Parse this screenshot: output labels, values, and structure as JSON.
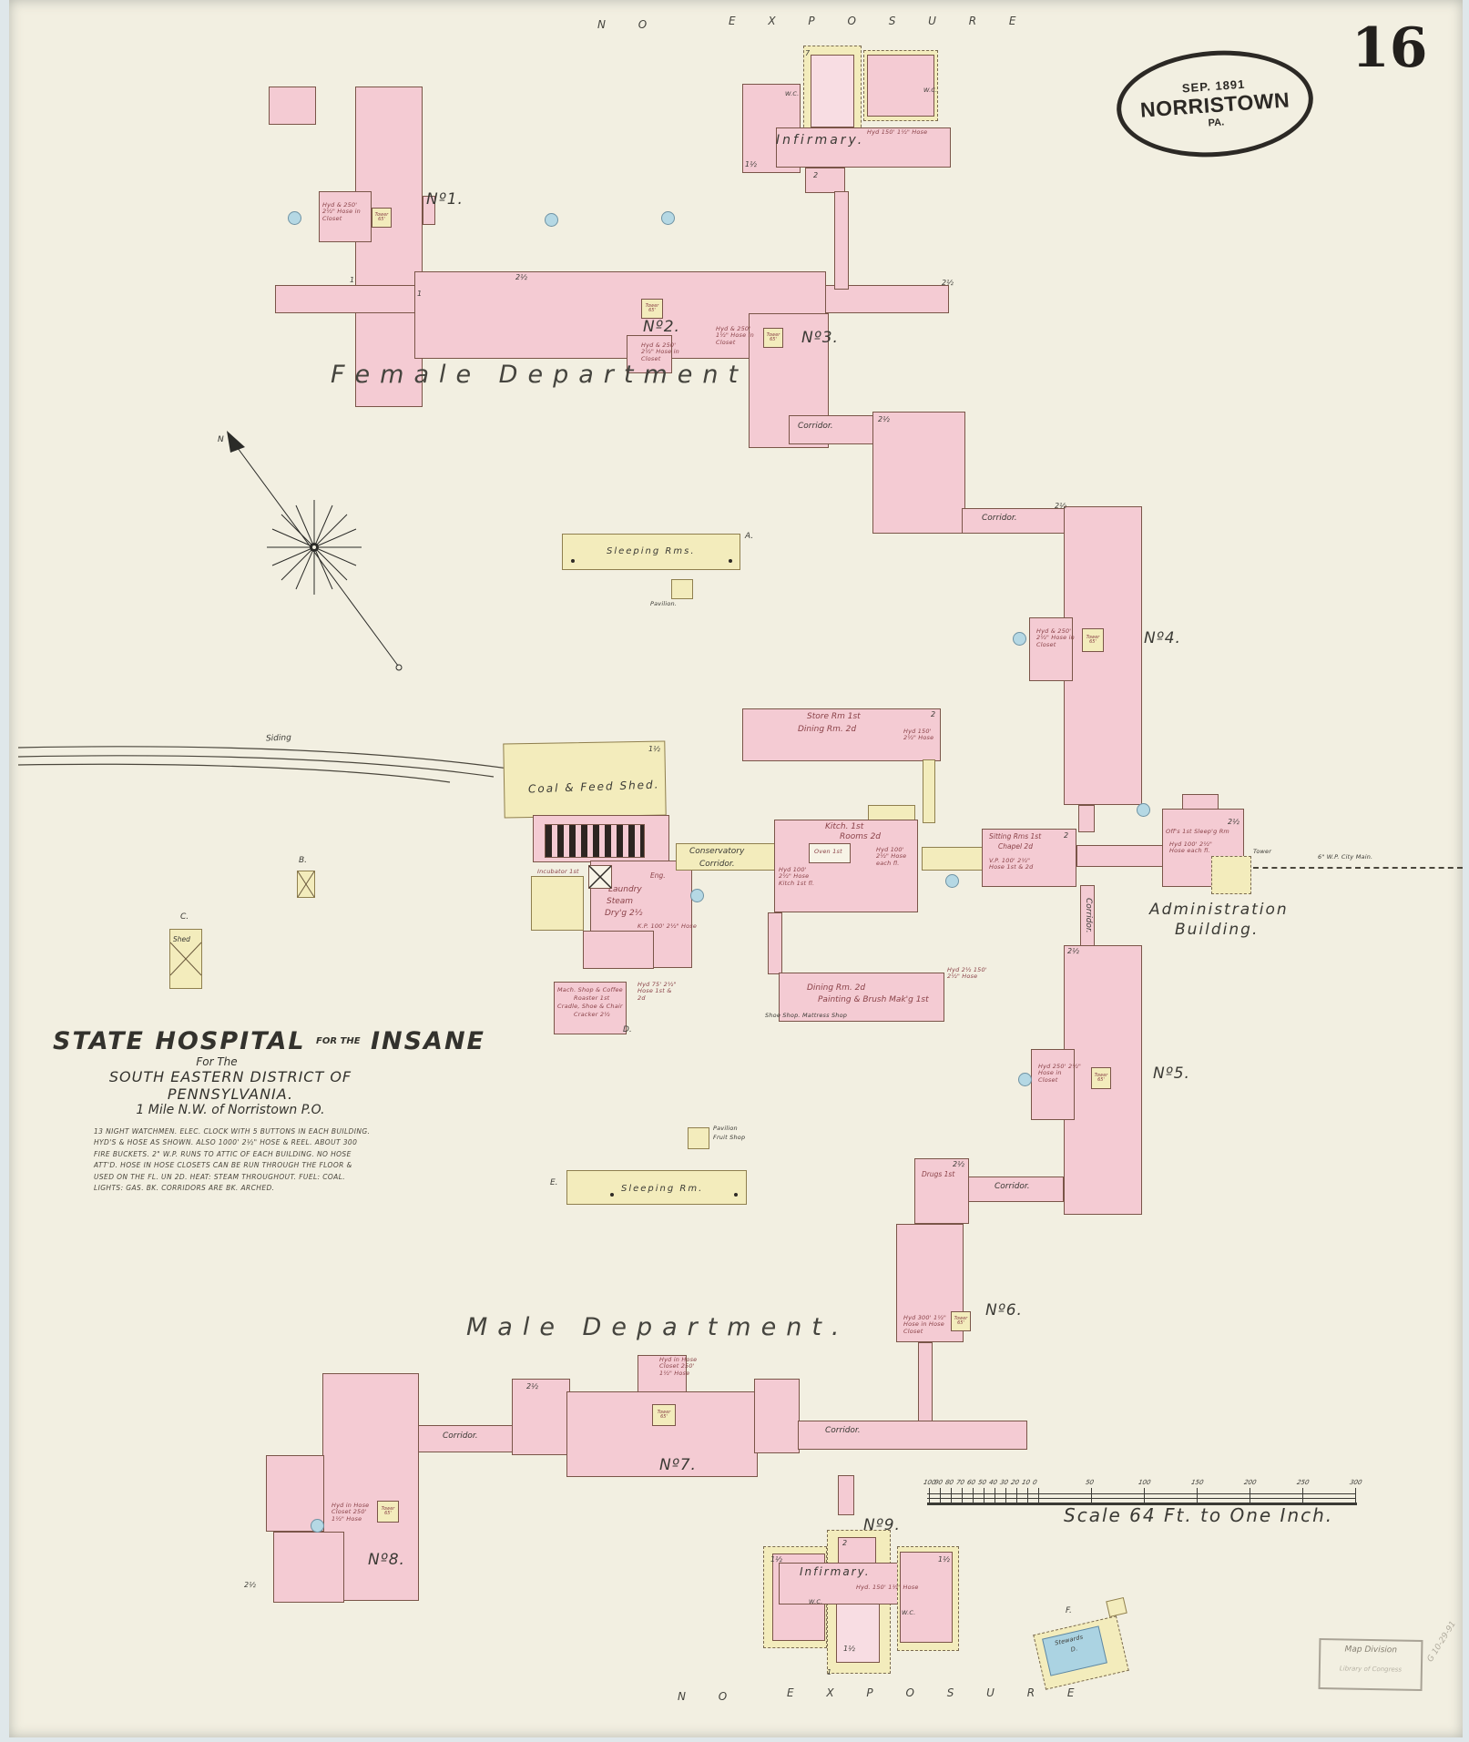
{
  "sheet": {
    "number": "16"
  },
  "margins": {
    "no_top": "N O",
    "exposure_top": "E X P O S U R E",
    "no_bottom": "N O",
    "exposure_bottom": "E X P O S U R E"
  },
  "stamp": {
    "date": "SEP. 1891",
    "city": "NORRISTOWN",
    "state": "PA."
  },
  "title": {
    "main_left": "State Hospital",
    "main_small": "for the",
    "main_right": "Insane",
    "sub1": "For The",
    "sub2": "South Eastern District of Pennsylvania.",
    "sub3": "1 Mile N.W. of Norristown P.O.",
    "notes": "13 Night Watchmen. Elec. clock with 5 buttons in each building. Hyd's & hose as shown. Also 1000' 2½\" hose & reel. About 300 fire buckets. 2\" W.P. runs to attic of each building. No hose att'd. Hose in hose closets can be run through the floor & used on the fl. un 2d. Heat: steam throughout. Fuel: coal. Lights: gas. Bk. corridors are bk. arched."
  },
  "departments": {
    "female": "Female    Department.",
    "male": "Male    Department."
  },
  "numbers": {
    "n1": "Nº1.",
    "n2": "Nº2.",
    "n3": "Nº3.",
    "n4": "Nº4.",
    "n5": "Nº5.",
    "n6": "Nº6.",
    "n7": "Nº7.",
    "n8": "Nº8.",
    "n9": "Nº9."
  },
  "labels": {
    "infirmary_top": "Infirmary.",
    "infirmary_bottom": "Infirmary.",
    "admin1": "Administration",
    "admin2": "Building.",
    "offices": "Off's 1st Sleep'g Rm",
    "tower": "Tower 65'",
    "tower_word": "Tower",
    "coal_shed": "Coal & Feed Shed.",
    "sleeping_rms": "Sleeping Rms.",
    "sleeping_rm": "Sleeping Rm.",
    "pavilion": "Pavilion.",
    "pavilion2": "Pavilion",
    "fruit_shop": "Fruit Shop",
    "kitch1": "Kitch. 1st",
    "kitch2": "Rooms 2d",
    "oven": "Oven 1st",
    "store_rm": "Store Rm 1st",
    "dining_rm": "Dining Rm. 2d",
    "sitting": "Sitting Rms 1st",
    "chapel": "Chapel 2d",
    "conservatory": "Conservatory",
    "corridor": "Corridor.",
    "laundry1": "Laundry",
    "laundry2": "Steam",
    "laundry3": "Dry'g 2½",
    "eng": "Eng.",
    "incubator": "Incubator 1st",
    "mach1": "Mach. Shop & Coffee",
    "mach2": "Roaster 1st",
    "mach3": "Cradle, Shoe & Chair",
    "mach4": "Cracker 2½",
    "dining2": "Dining Rm. 2d",
    "painting": "Painting & Brush Mak'g 1st",
    "slop_shop": "Shoe Shop. Mattress Shop",
    "drugs": "Drugs 1st",
    "shed": "Shed",
    "siding": "Siding",
    "city_main": "6\" W.P. City Main.",
    "wc": "W.C.",
    "stewards1": "Stewards",
    "stewards2": "D."
  },
  "letters": {
    "a": "A.",
    "b": "B.",
    "c": "C.",
    "d": "D.",
    "e": "E.",
    "f": "F."
  },
  "marks": {
    "one": "1",
    "two": "2",
    "seven": "7",
    "one_half": "1½",
    "two_half": "2½"
  },
  "notes": {
    "no1": "Hyd & 250' 2½\" Hose in Closet",
    "no2": "Hyd & 250' 2½\" Hose in Closet",
    "no3": "Hyd & 250' 1½\" Hose in Closet",
    "no4": "Hyd & 250' 2½\" Hose in Closet",
    "no5": "Hyd 250' 2½\" Hose in Closet",
    "no6": "Hyd 300' 1½\" Hose in Hose Closet",
    "no7": "Hyd in Hose Closet 250' 1½\" Hose",
    "no8": "Hyd in Hose Closet 250' 1½\" Hose",
    "no9": "Hyd. 150' 1½\" Hose",
    "infirmary_top": "Hyd 150' 1½\" Hose",
    "store": "Hyd 150' 2½\" Hose",
    "chapel": "V.P. 100' 2½\" Hose 1st & 2d",
    "admin": "Hyd 100' 2½\" Hose each fl.",
    "kitchen_left": "Hyd 100' 2½\" Hose Kitch 1st fl.",
    "kitchen_right": "Hyd 100' 2½\" Hose each fl.",
    "painting": "Hyd 2½ 150' 2½\" Hose",
    "laundry": "K.P. 100' 2½\" Hose",
    "mach": "Hyd 75' 2½\" Hose 1st & 2d"
  },
  "scale": {
    "caption": "Scale 64 Ft. to One Inch.",
    "ticks": [
      {
        "px": 2,
        "label": "100"
      },
      {
        "px": 14,
        "label": "90"
      },
      {
        "px": 26,
        "label": "80"
      },
      {
        "px": 38,
        "label": "70"
      },
      {
        "px": 50,
        "label": "60"
      },
      {
        "px": 62,
        "label": "50"
      },
      {
        "px": 74,
        "label": "40"
      },
      {
        "px": 86,
        "label": "30"
      },
      {
        "px": 98,
        "label": "20"
      },
      {
        "px": 110,
        "label": "10"
      },
      {
        "px": 122,
        "label": "0"
      },
      {
        "px": 180,
        "label": "50"
      },
      {
        "px": 238,
        "label": "100"
      },
      {
        "px": 296,
        "label": "150"
      },
      {
        "px": 354,
        "label": "200"
      },
      {
        "px": 412,
        "label": "250"
      },
      {
        "px": 470,
        "label": "300"
      }
    ]
  },
  "library_stamp": {
    "line1": "Map Division",
    "line2": "Library of Congress",
    "mark": "G 10-29-91"
  },
  "colors": {
    "paper": "#f2efe1",
    "pink": "#f4cbd3",
    "yellow": "#f3ecbc",
    "blue": "#abd3e2",
    "outline": "#7a5548",
    "red_text": "#8a4248",
    "ink": "#3b3a35"
  }
}
